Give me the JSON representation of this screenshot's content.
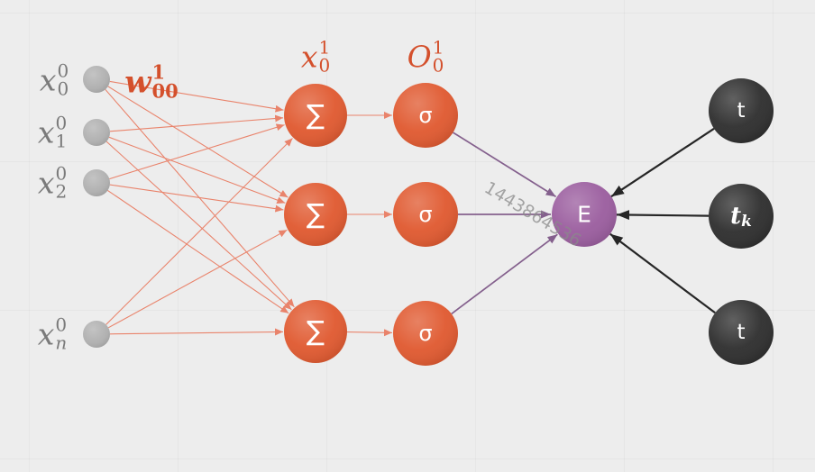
{
  "labels": {
    "inputs": [
      {
        "base": "x",
        "sup": "0",
        "sub": "0"
      },
      {
        "base": "x",
        "sup": "0",
        "sub": "1"
      },
      {
        "base": "x",
        "sup": "0",
        "sub": "2"
      },
      {
        "base": "x",
        "sup": "0",
        "sub": "n"
      }
    ],
    "weight": {
      "base": "w",
      "sup": "1",
      "sub": "00"
    },
    "hidden": {
      "base": "x",
      "sup": "1",
      "sub": "0"
    },
    "output": {
      "base": "O",
      "sup": "1",
      "sub": "0"
    }
  },
  "sum_nodes": [
    {
      "symbol": "∑"
    },
    {
      "symbol": "∑"
    },
    {
      "symbol": "∑"
    }
  ],
  "activation_nodes": [
    {
      "symbol": "σ"
    },
    {
      "symbol": "σ"
    },
    {
      "symbol": "σ"
    }
  ],
  "error_node": {
    "label": "E"
  },
  "targets": [
    {
      "label": "t"
    },
    {
      "label": "t",
      "sub": "k"
    },
    {
      "label": "t"
    }
  ],
  "watermark": "1443864536",
  "colors": {
    "background": "#ededed",
    "input_node": "#b1b1b1",
    "sum_node": "#e05a31",
    "activation_node": "#e05a31",
    "error_node": "#9b5e9f",
    "target_node": "#2f2f2f",
    "input_label": "#7a7a7a",
    "accent_label": "#d4502c",
    "edge_orange": "#e9836b",
    "edge_purple": "#84608d",
    "edge_dark": "#262626",
    "watermark": "#8a8a8a"
  }
}
